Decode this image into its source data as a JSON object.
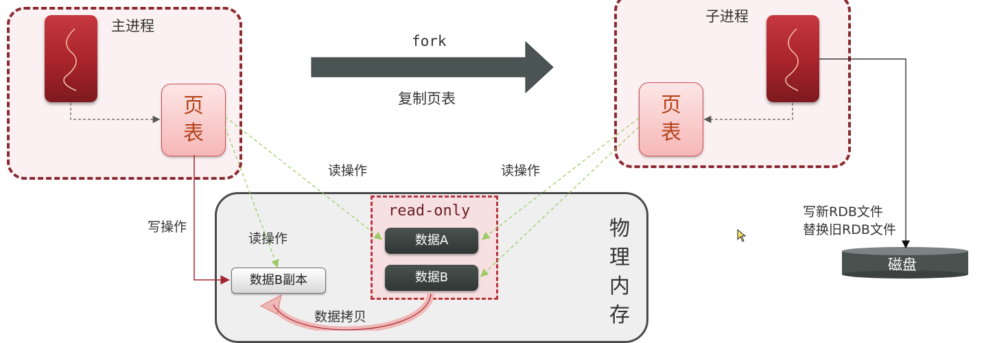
{
  "main_process": {
    "title": "主进程",
    "page_table": [
      "页",
      "表"
    ]
  },
  "child_process": {
    "title": "子进程",
    "page_table": [
      "页",
      "表"
    ]
  },
  "fork": {
    "label": "fork",
    "sublabel": "复制页表"
  },
  "physical_memory": {
    "label": [
      "物",
      "理",
      "内",
      "存"
    ]
  },
  "read_only": {
    "label": "read-only",
    "data_a": "数据A",
    "data_b": "数据B"
  },
  "data_b_copy": "数据B副本",
  "ops": {
    "read_main": "读操作",
    "read_child": "读操作",
    "read_inner": "读操作",
    "write": "写操作",
    "copy": "数据拷贝"
  },
  "disk": {
    "note_line1": "写新RDB文件",
    "note_line2": "替换旧RDB文件",
    "label": "磁盘"
  },
  "colors": {
    "process_border": "#8b2a33",
    "arrow": "#4a5452",
    "green_dash": "#9ccc65",
    "red_line": "#a3262e"
  }
}
